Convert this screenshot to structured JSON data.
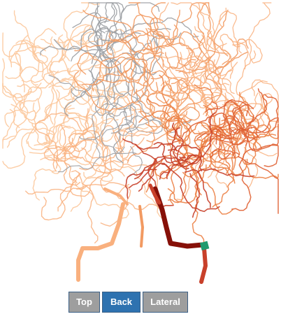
{
  "colors": {
    "pale": "#fcc89c",
    "light": "#f9b07e",
    "mid": "#f29a62",
    "orange": "#ec8145",
    "deep": "#e06234",
    "red": "#c8402a",
    "dark": "#861008",
    "gray": "#9ea1a5",
    "teal": "#219a6e"
  },
  "view_buttons": [
    {
      "label": "Top",
      "active": false
    },
    {
      "label": "Back",
      "active": true
    },
    {
      "label": "Lateral",
      "active": false
    }
  ]
}
